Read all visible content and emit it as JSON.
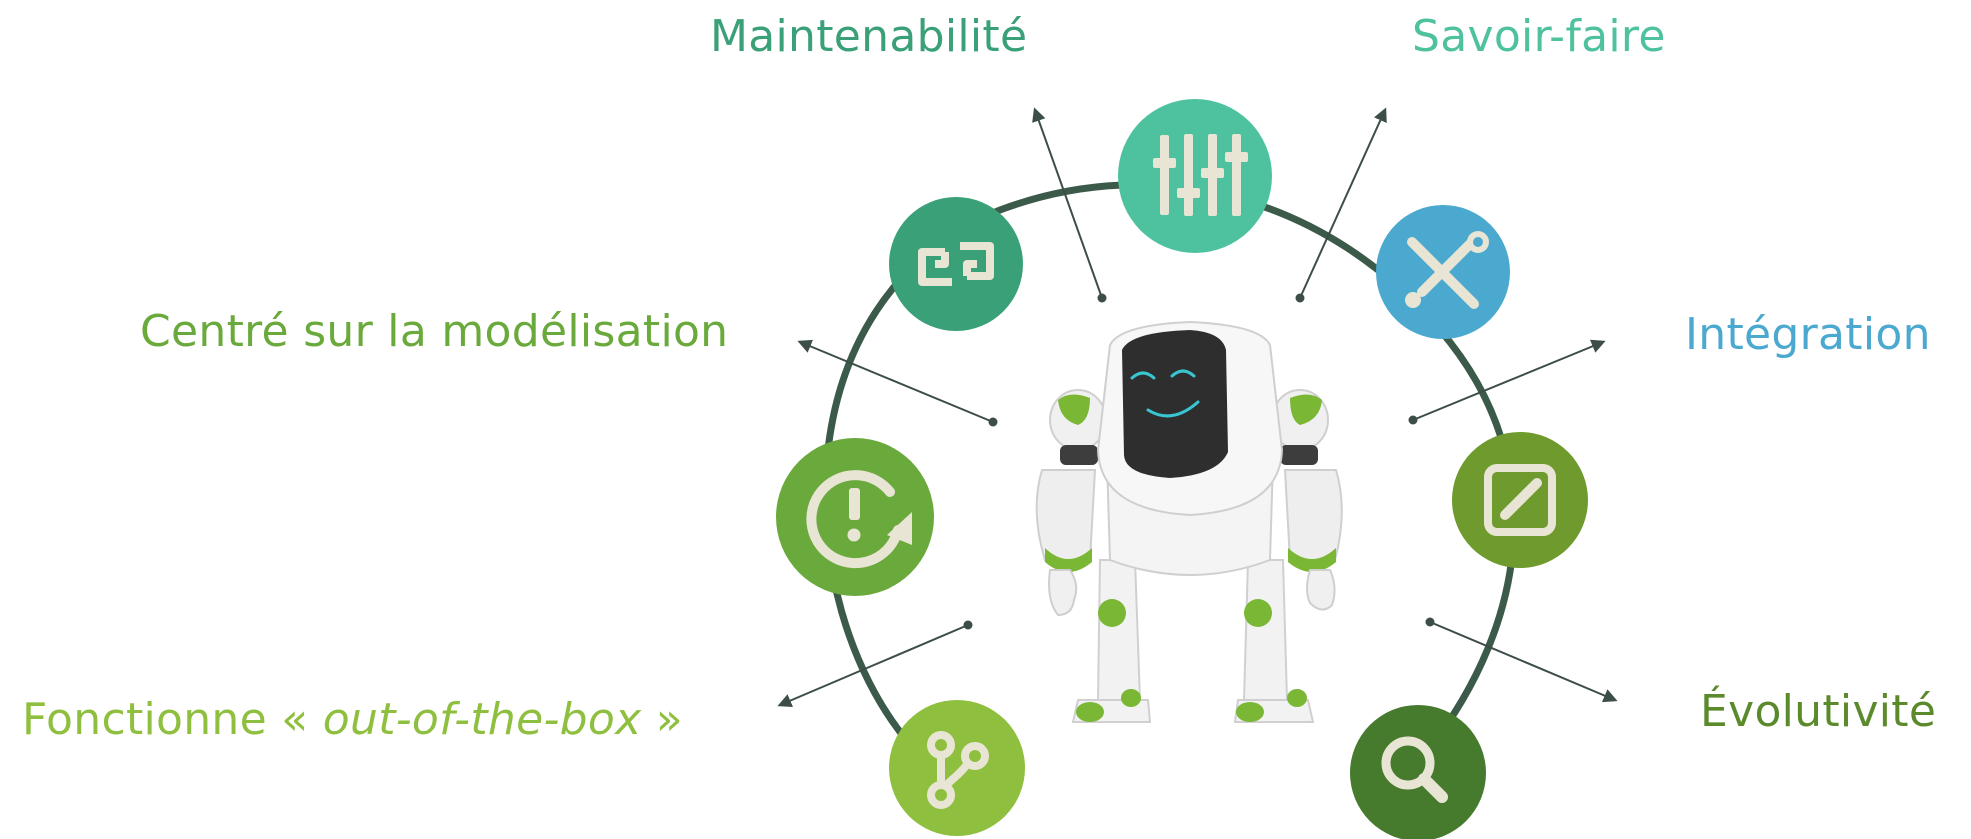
{
  "labels": {
    "maintenabilite": "Maintenabilité",
    "savoir_faire": "Savoir-faire",
    "centre_modelisation": "Centré sur la modélisation",
    "integration": "Intégration",
    "fonctionne": {
      "prefix": "Fonctionne « ",
      "emphasis": "out-of-the-box",
      "suffix": " »"
    },
    "evolutivite": "Évolutivité"
  },
  "colors": {
    "maintenabilite": "#3aa078",
    "savoir_faire": "#4ec29f",
    "centre_modelisation": "#6aa93b",
    "integration": "#4ba9cf",
    "fonctionne": "#8fbf3e",
    "evolutivite": "#5b8a2c",
    "arc": "#3b5a4a",
    "arrow": "#3d4d47",
    "icon_glyph": "#e9e5d4"
  },
  "icons": [
    {
      "name": "sliders-icon",
      "color": "#4ec29f"
    },
    {
      "name": "link-icon",
      "color": "#3aa078"
    },
    {
      "name": "wrench-screwdriver-icon",
      "color": "#4ba9cf"
    },
    {
      "name": "refresh-alert-icon",
      "color": "#6aa93b"
    },
    {
      "name": "edit-icon",
      "color": "#6f9a2e"
    },
    {
      "name": "branch-icon",
      "color": "#8fbf3e"
    },
    {
      "name": "search-icon",
      "color": "#467a2c"
    }
  ]
}
